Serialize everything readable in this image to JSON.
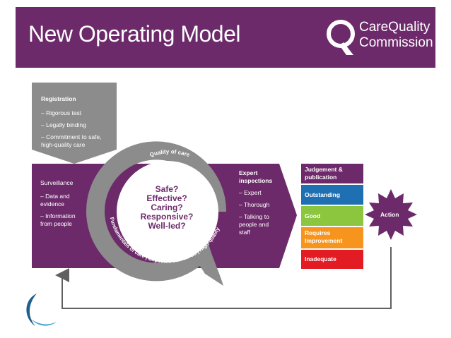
{
  "header": {
    "title": "New Operating Model",
    "logo_line1": "CareQuality",
    "logo_line2": "Commission"
  },
  "registration": {
    "heading": "Registration",
    "items": [
      "–  Rigorous test",
      "–  Legally binding",
      "–  Commitment to safe,",
      "    high-quality care"
    ]
  },
  "surveillance": {
    "heading": "Surveillance",
    "items": [
      "–  Data and",
      "    evidence",
      "–  Information",
      "    from people"
    ]
  },
  "expert": {
    "heading_1": "Expert",
    "heading_2": "inspections",
    "items": [
      "–  Expert",
      "–  Thorough",
      "–  Talking to",
      "    people and",
      "    staff"
    ]
  },
  "cycle": {
    "top_label": "Quality of care",
    "bottom_label": "Fundamentals of care | Expected standards | High-quality",
    "questions": [
      "Safe?",
      "Effective?",
      "Caring?",
      "Responsive?",
      "Well-led?"
    ]
  },
  "ratings": {
    "heading_1": "Judgement &",
    "heading_2": "publication",
    "outstanding": "Outstanding",
    "good": "Good",
    "requires_1": "Requires",
    "requires_2": "Improvement",
    "inadequate": "Inadequate",
    "colors": {
      "heading": "#6d2a6a",
      "outstanding": "#1f6fb3",
      "good": "#8cc63f",
      "requires": "#f7941d",
      "inadequate": "#e31b23"
    }
  },
  "action": {
    "label": "Action"
  },
  "colors": {
    "purple": "#6d2a6a",
    "grey": "#8c8c8c",
    "dark_grey": "#5f6062"
  }
}
